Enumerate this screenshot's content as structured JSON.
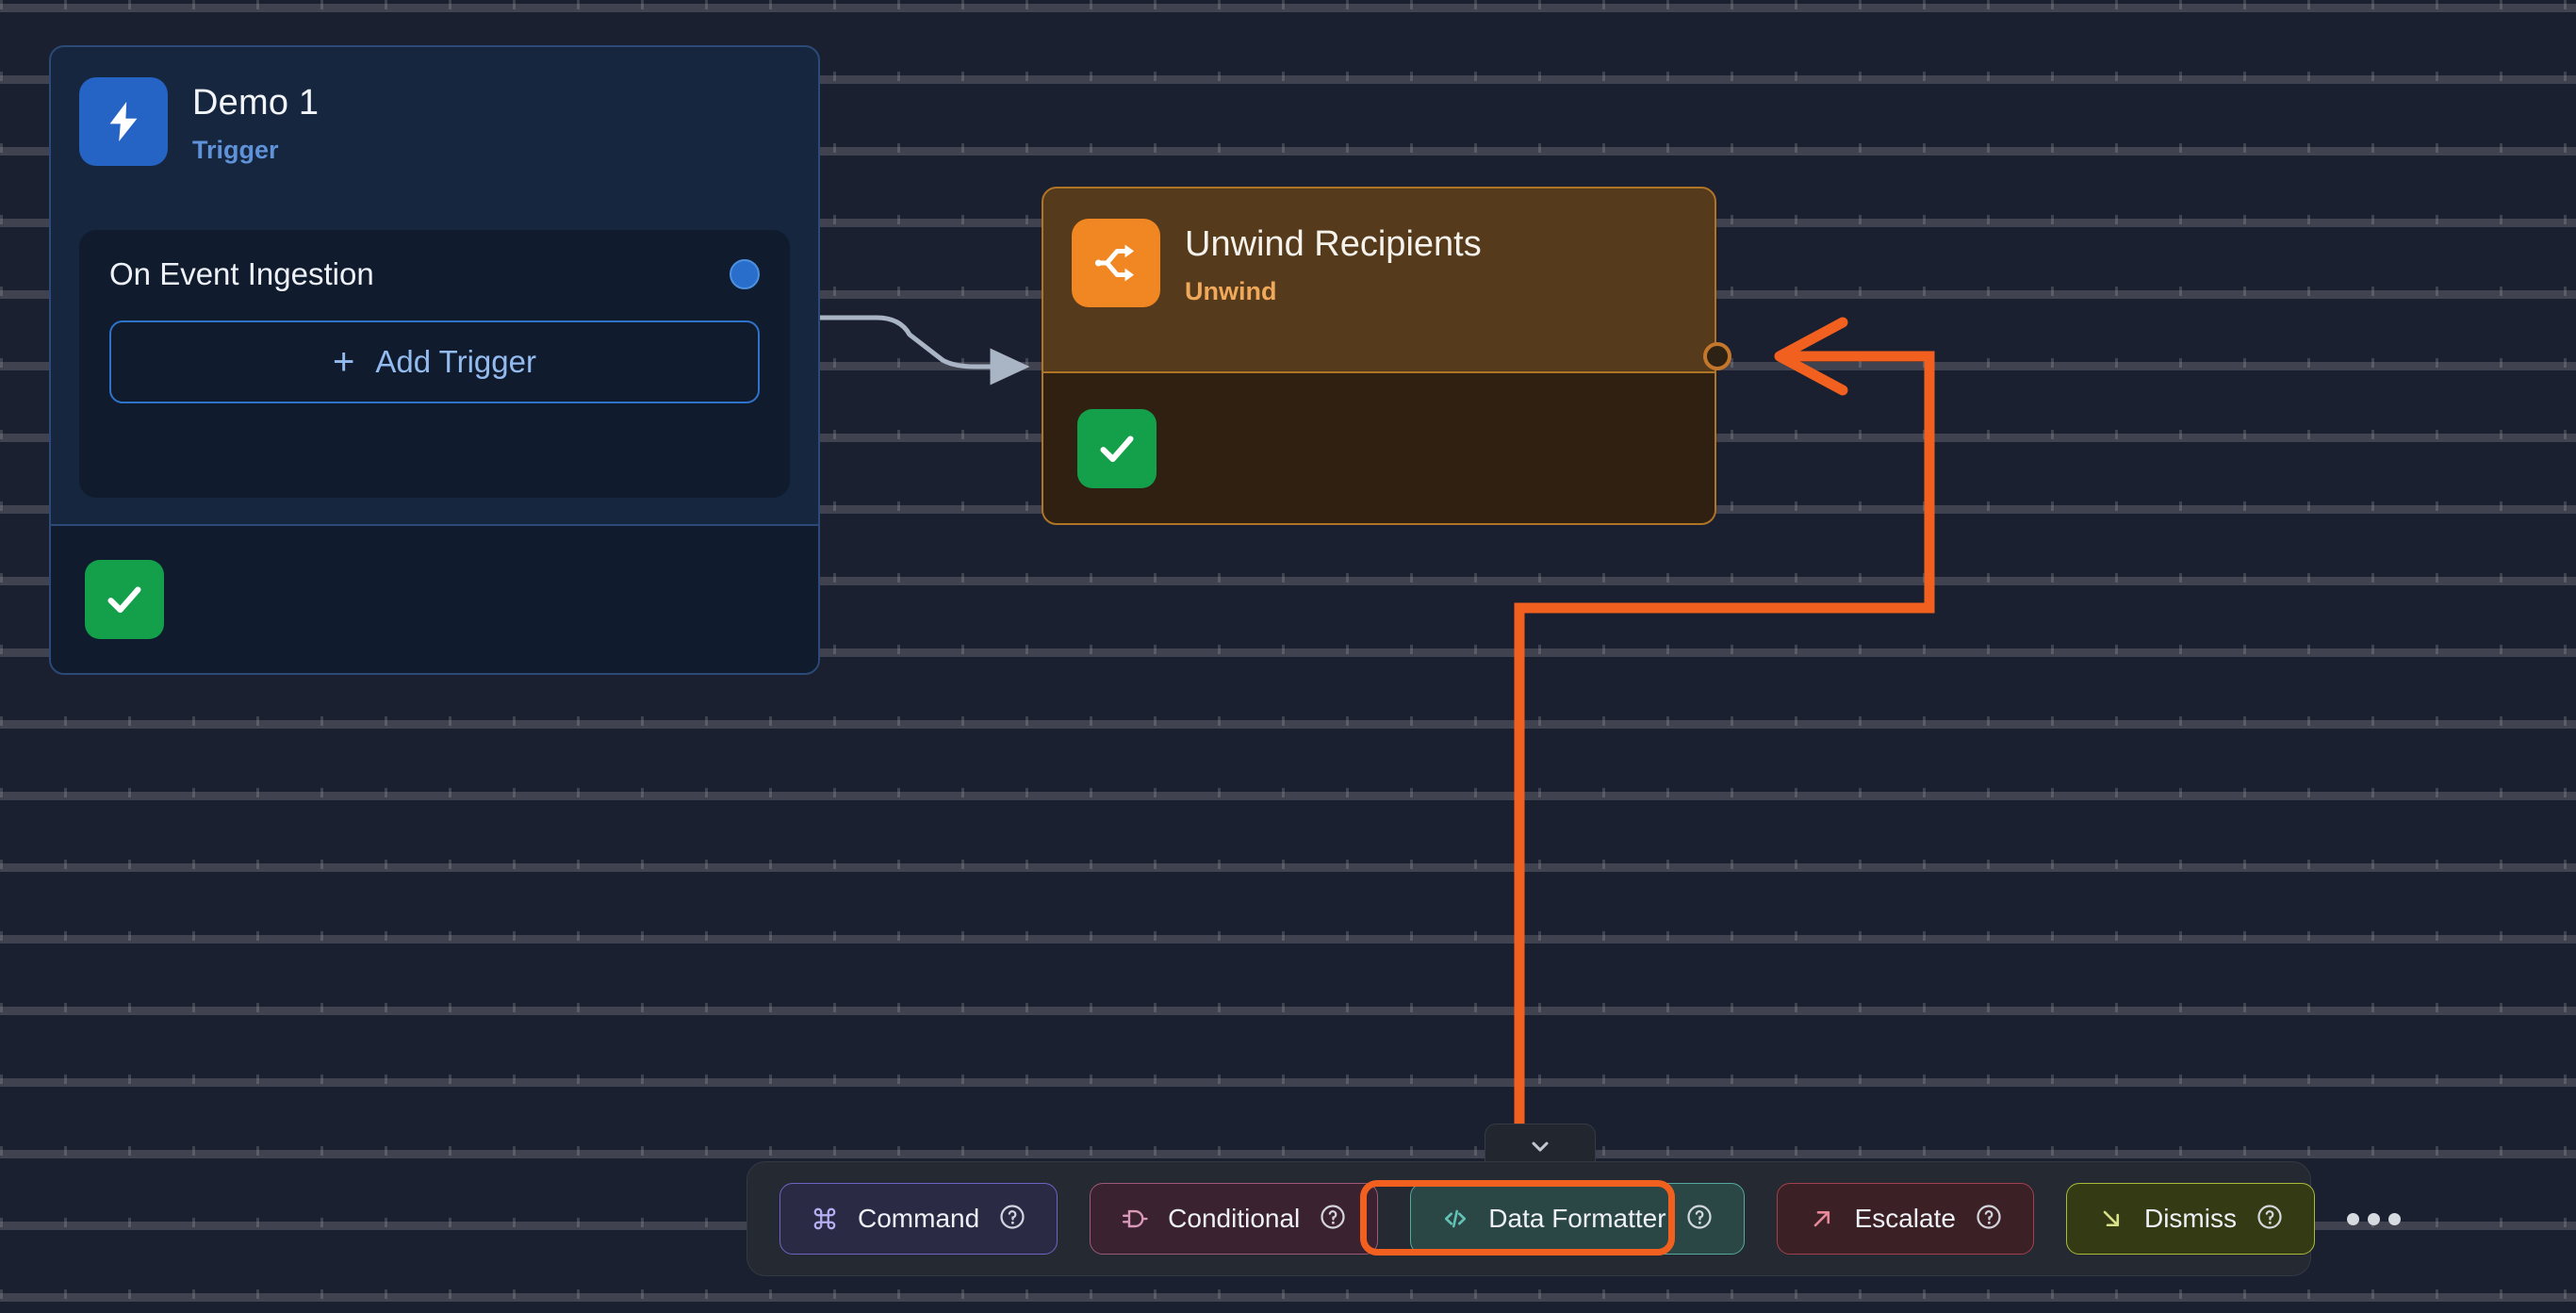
{
  "canvas": {
    "background_color": "#1b2030",
    "grid": "dotted-tick-grid"
  },
  "trigger_node": {
    "icon": "lightning-bolt-icon",
    "icon_color": "#2563c4",
    "title": "Demo 1",
    "kind": "Trigger",
    "kind_color": "#5f92d8",
    "panel": {
      "label": "On Event Ingestion",
      "output_port": "output-port",
      "add_button_label": "Add Trigger",
      "add_button_plus": "+"
    },
    "status_icon": "check-icon",
    "status_color": "#14a04b"
  },
  "unwind_node": {
    "icon": "shuffle-branch-icon",
    "icon_color": "#f08722",
    "title": "Unwind Recipients",
    "kind": "Unwind",
    "kind_color": "#f0a85a",
    "input_port": "input-port",
    "status_icon": "check-icon",
    "status_color": "#14a04b"
  },
  "edges": [
    {
      "name": "trigger-to-unwind-edge",
      "color": "#a9b4c4",
      "style": "s-curve-with-arrow"
    },
    {
      "name": "data-formatter-to-unwind-edge",
      "color": "#f2601f",
      "style": "orthogonal-with-arrow"
    }
  ],
  "collapse_tab": {
    "icon": "chevron-down-icon"
  },
  "toolbar": {
    "buttons": [
      {
        "id": "command",
        "label": "Command",
        "icon": "command-key-icon",
        "help_icon": "question-circle-icon",
        "accent": "#6f64c4",
        "background": "#2b2a45",
        "selected": false
      },
      {
        "id": "conditional",
        "label": "Conditional",
        "icon": "logic-gate-icon",
        "help_icon": "question-circle-icon",
        "accent": "#9c5a78",
        "background": "#3a2230",
        "selected": false
      },
      {
        "id": "data-formatter",
        "label": "Data Formatter",
        "icon": "code-brackets-icon",
        "help_icon": "question-circle-icon",
        "accent": "#55a99f",
        "background": "#2a4645",
        "selected": true
      },
      {
        "id": "escalate",
        "label": "Escalate",
        "icon": "arrow-up-right-icon",
        "help_icon": "question-circle-icon",
        "accent": "#a3404f",
        "background": "#3b2026",
        "selected": false
      },
      {
        "id": "dismiss",
        "label": "Dismiss",
        "icon": "arrow-down-right-icon",
        "help_icon": "question-circle-icon",
        "accent": "#a8bc3a",
        "background": "#343a14",
        "selected": false
      }
    ],
    "overflow_icon": "more-horizontal-icon",
    "selection_ring_color": "#f2601f"
  }
}
